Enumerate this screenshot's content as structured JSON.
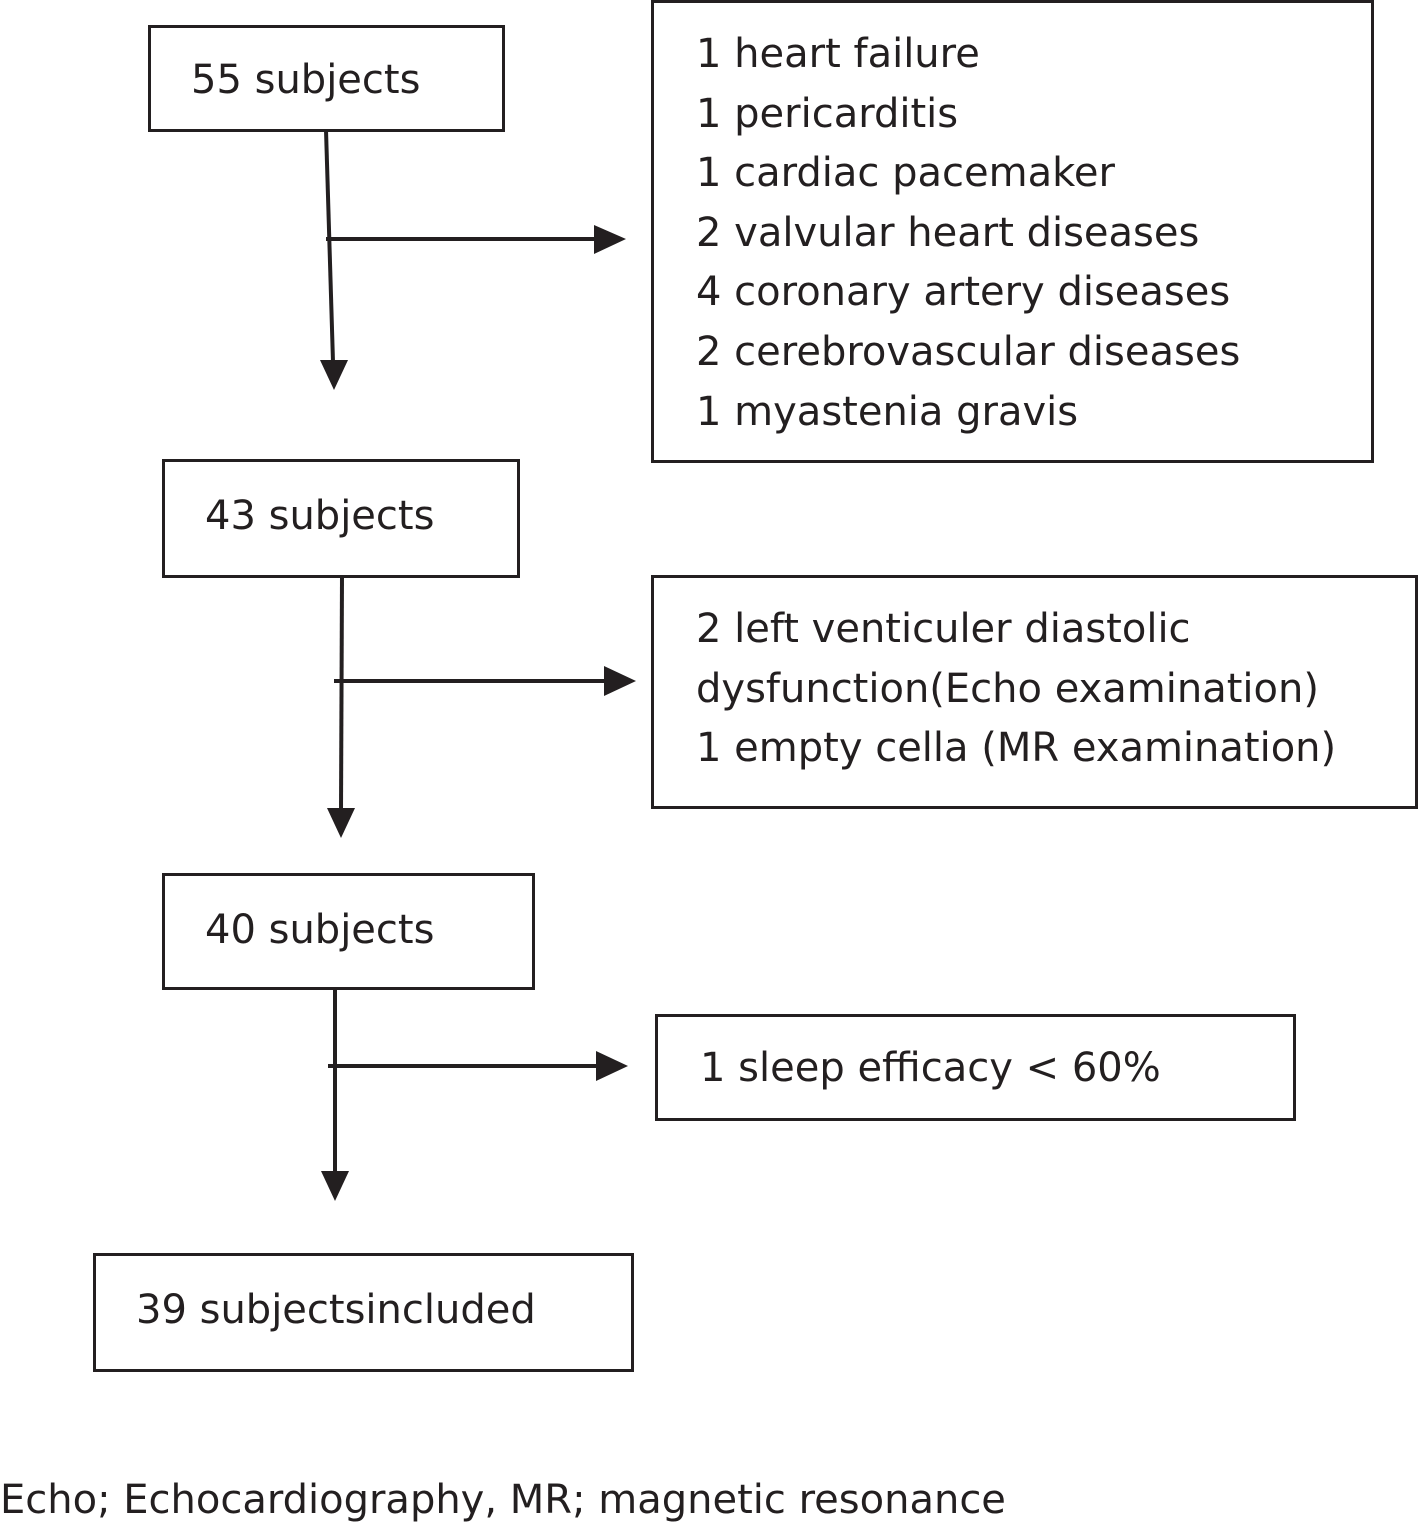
{
  "flow": {
    "stage1": "55 subjects",
    "stage2": "43 subjects",
    "stage3": "40 subjects",
    "stage4": "39 subjectsincluded"
  },
  "exclusions": {
    "group1": [
      "1 heart failure",
      "1 pericarditis",
      "1 cardiac pacemaker",
      "2 valvular heart diseases",
      "4 coronary artery diseases",
      "2 cerebrovascular diseases",
      "1 myastenia gravis"
    ],
    "group2": [
      "2 left venticuler diastolic",
      "dysfunction(Echo examination)",
      "1 empty cella (MR examination)"
    ],
    "group3": [
      "1 sleep efficacy < 60%"
    ]
  },
  "footnote": "Echo; Echocardiography, MR; magnetic resonance",
  "colors": {
    "stroke": "#231f20",
    "background": "#ffffff"
  }
}
